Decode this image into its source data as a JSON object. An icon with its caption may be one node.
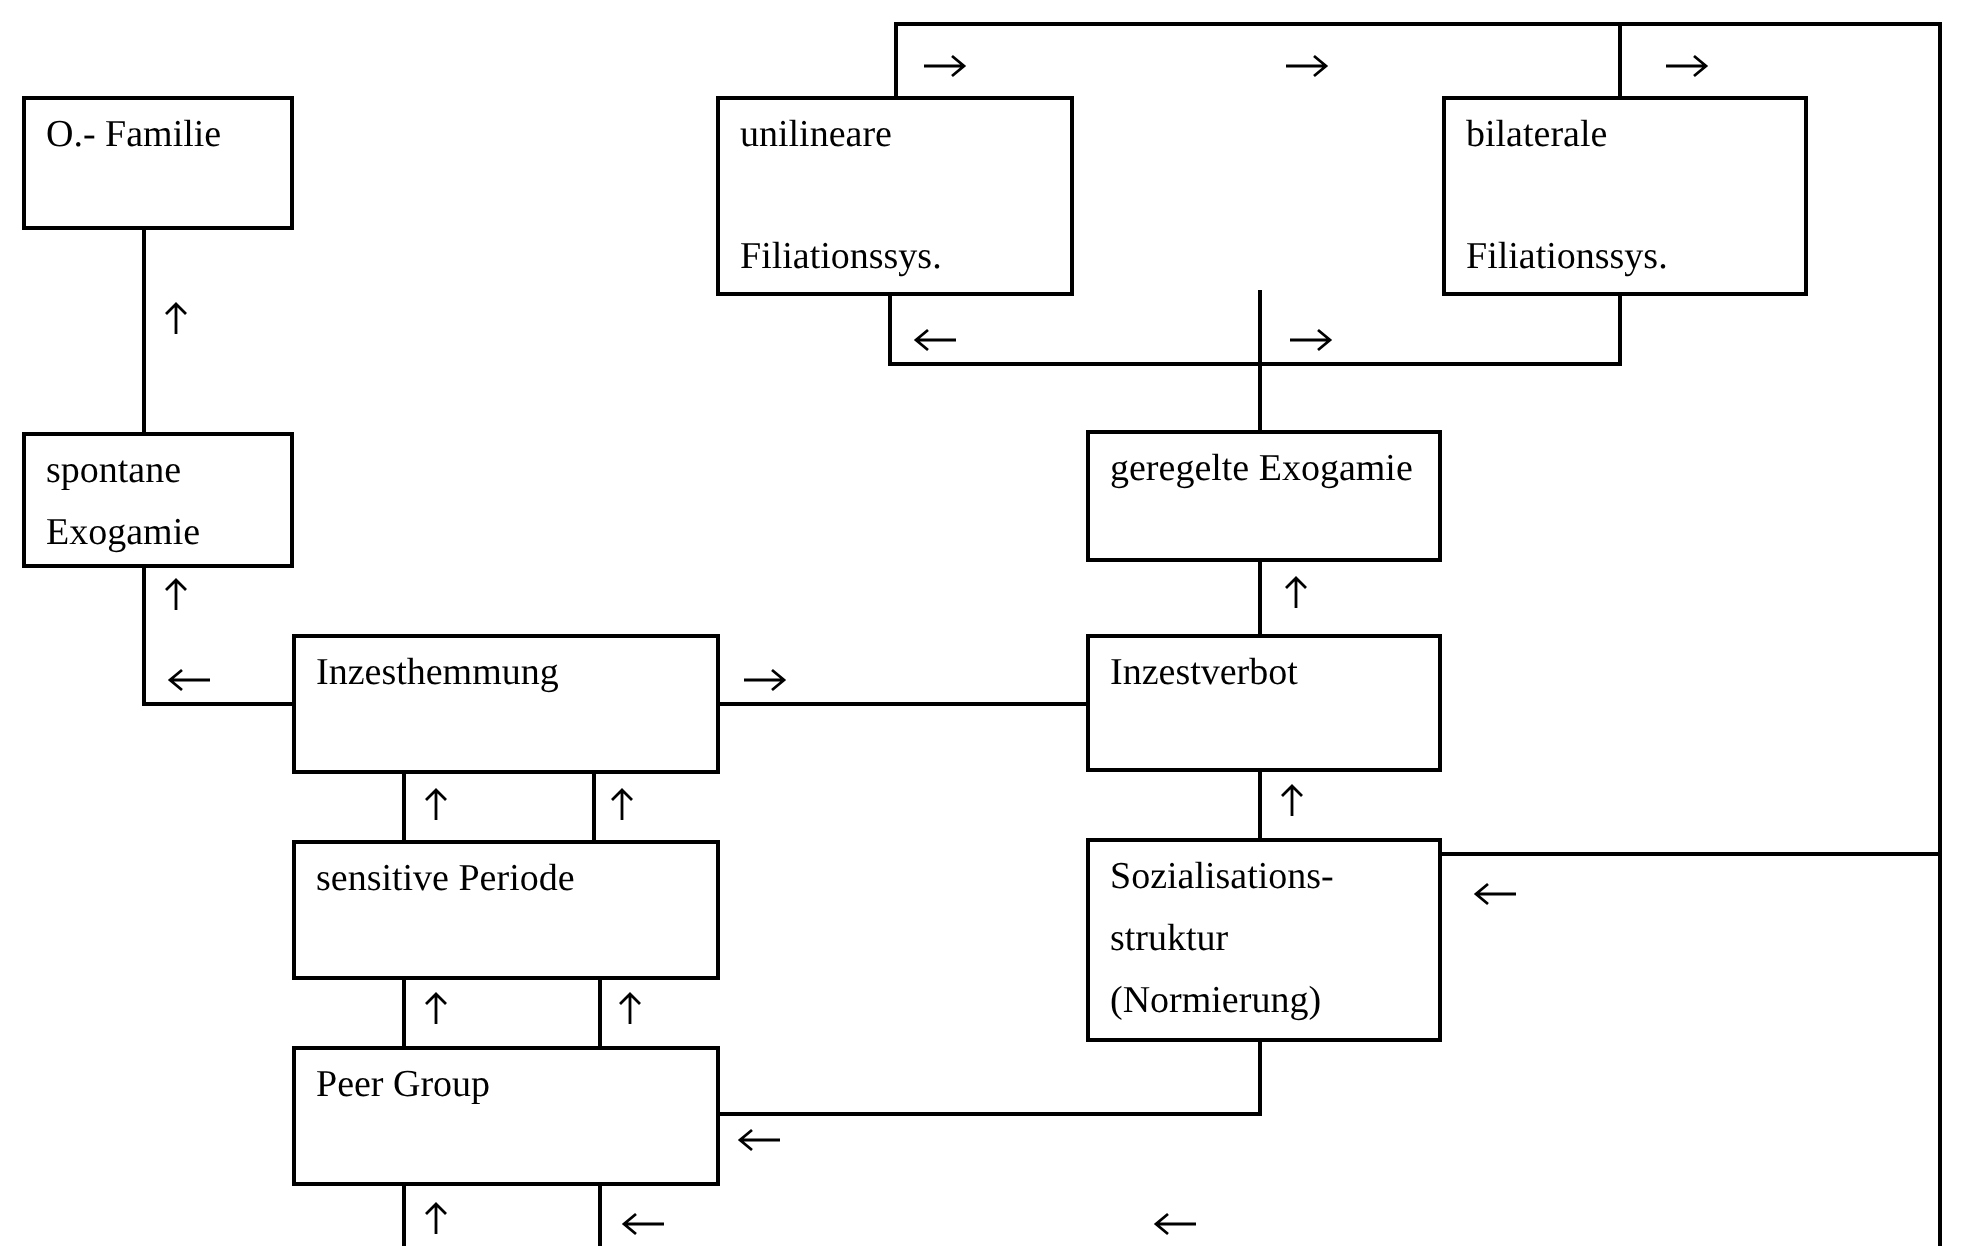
{
  "diagram": {
    "nodes": [
      {
        "text": [
          "O.- Familie"
        ]
      },
      {
        "text": [
          "unilineare",
          "Filiationssys."
        ]
      },
      {
        "text": [
          "bilaterale",
          "Filiationssys."
        ]
      },
      {
        "text": [
          "spontane Exogamie"
        ]
      },
      {
        "text": [
          "geregelte Exogamie"
        ]
      },
      {
        "text": [
          "Inzesthemmung"
        ]
      },
      {
        "text": [
          "Inzestverbot"
        ]
      },
      {
        "text": [
          "sensitive Periode"
        ]
      },
      {
        "text": [
          "Sozialisations- struktur (Normierung)"
        ]
      },
      {
        "text": [
          "Peer Group"
        ]
      }
    ],
    "edges": [
      {
        "from": 3,
        "to": 0,
        "arrow": "none"
      },
      {
        "from": 5,
        "to": 3,
        "arrow": "none"
      },
      {
        "from": 5,
        "to": 6,
        "arrow": "none"
      },
      {
        "from": 6,
        "to": 4,
        "arrow": "none"
      },
      {
        "from": 4,
        "to": 1,
        "arrow": "none"
      },
      {
        "from": 4,
        "to": 2,
        "arrow": "none"
      },
      {
        "from": 1,
        "to": 8,
        "arrow": "none"
      },
      {
        "from": 2,
        "to": 8,
        "arrow": "none"
      },
      {
        "from": 1,
        "to": 9,
        "arrow": "none"
      },
      {
        "from": 8,
        "to": 6,
        "arrow": "none"
      },
      {
        "from": 8,
        "to": 9,
        "arrow": "none"
      },
      {
        "from": 7,
        "to": 5,
        "arrow": "none"
      },
      {
        "from": 7,
        "to": 5,
        "arrow": "none"
      },
      {
        "from": 9,
        "to": 7,
        "arrow": "none"
      },
      {
        "from": 9,
        "to": 7,
        "arrow": "none"
      },
      {
        "from": null,
        "to": 9,
        "arrow": "none"
      }
    ]
  }
}
